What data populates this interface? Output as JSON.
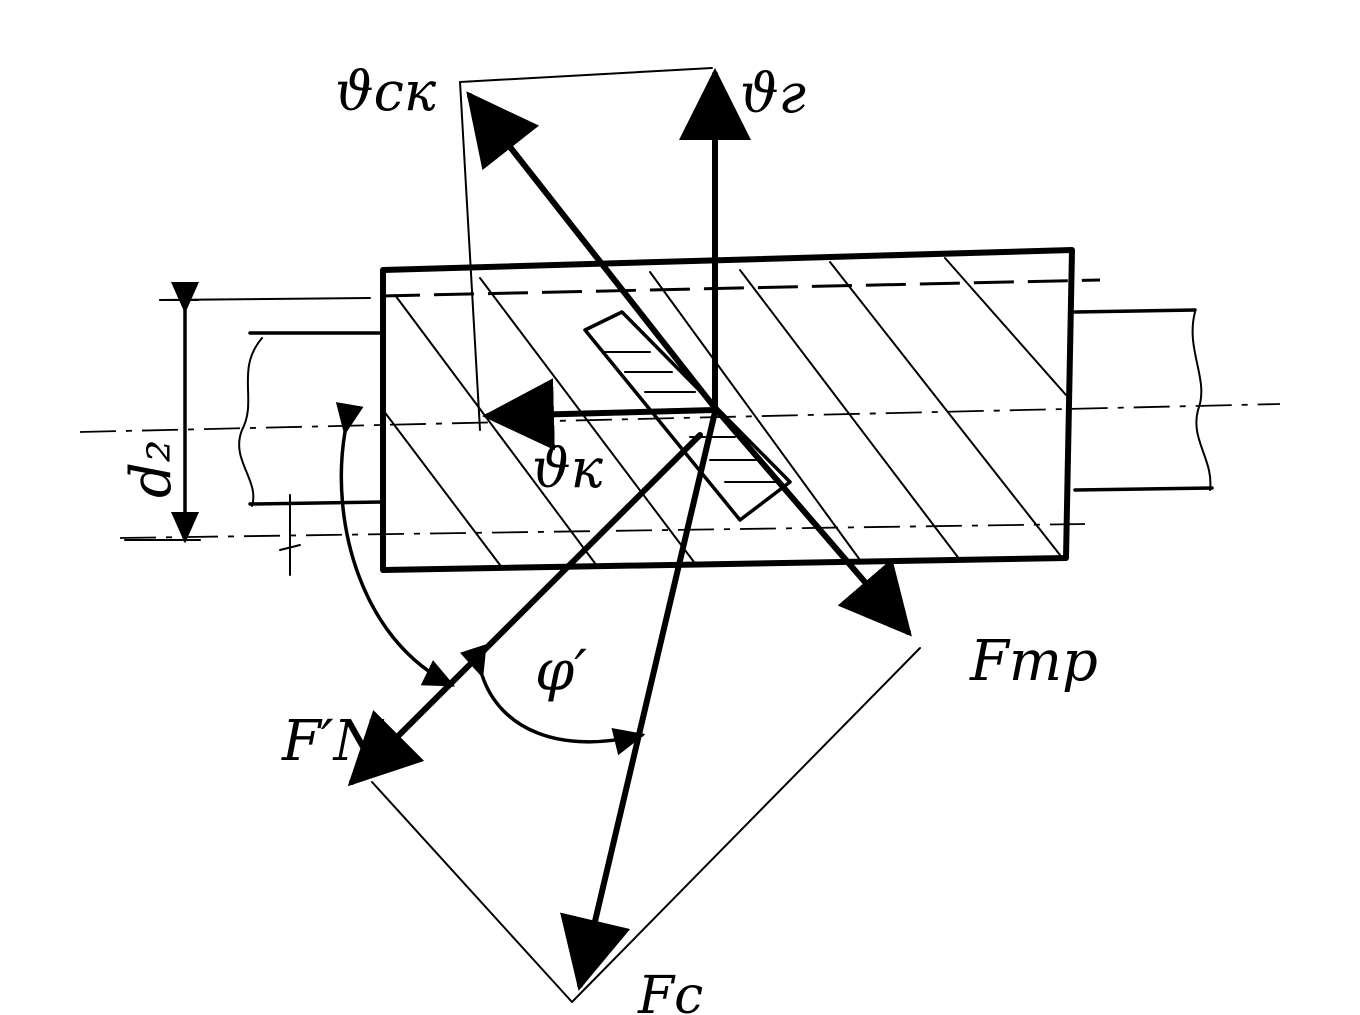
{
  "diagram": {
    "labels": {
      "v_sk": "ϑск",
      "v_g": "ϑг",
      "v_k": "ϑк",
      "f_tr": "Fтр",
      "f_n": "F′N",
      "f_c": "Fc",
      "phi": "φ′",
      "d_dim": "d₂"
    },
    "color": "#000000"
  }
}
